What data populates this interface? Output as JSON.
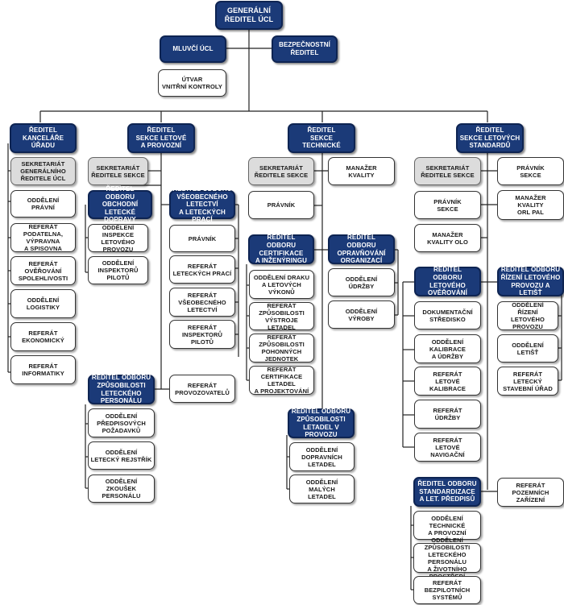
{
  "nodes": [
    {
      "id": "gen",
      "label": "Generální\nředitel ÚCL",
      "style": "dark"
    },
    {
      "id": "mluvci",
      "label": "Mluvčí ÚCL",
      "style": "dark"
    },
    {
      "id": "bezp",
      "label": "Bezpečnostní\nředitel",
      "style": "dark"
    },
    {
      "id": "utvar",
      "label": "Útvar\nvnitřní kontroly",
      "style": "white"
    },
    {
      "id": "rku",
      "label": "Ředitel\nkanceláře úřadu",
      "style": "dark"
    },
    {
      "id": "slp",
      "label": "Ředitel\nsekce letové\na provozní",
      "style": "dark"
    },
    {
      "id": "st",
      "label": "Ředitel\nsekce\ntechnické",
      "style": "dark"
    },
    {
      "id": "sls",
      "label": "Ředitel\nsekce letových\nstandardů",
      "style": "dark"
    },
    {
      "id": "k_sek",
      "label": "Sekretariát\ngenerálního\nředitele ÚCL",
      "style": "gray"
    },
    {
      "id": "k_prav",
      "label": "Oddělení\nprávní",
      "style": "white"
    },
    {
      "id": "k_pod",
      "label": "Referát\npodatelna, výpravna\na spisovna",
      "style": "white"
    },
    {
      "id": "k_over",
      "label": "Referát\nověřování\nspolehlivosti",
      "style": "white"
    },
    {
      "id": "k_log",
      "label": "Oddělení\nlogistiky",
      "style": "white"
    },
    {
      "id": "k_eko",
      "label": "Referát\nekonomický",
      "style": "white"
    },
    {
      "id": "k_inf",
      "label": "Referát\ninformatiky",
      "style": "white"
    },
    {
      "id": "p_sek",
      "label": "Sekretariát\nředitele sekce",
      "style": "gray"
    },
    {
      "id": "p_obch",
      "label": "Ředitel odboru\nobchodní letecké\ndopravy",
      "style": "dark"
    },
    {
      "id": "p_insp",
      "label": "Oddělení\ninspekce\nletového provozu",
      "style": "white"
    },
    {
      "id": "p_inpil",
      "label": "Oddělení\ninspektorů\npilotů",
      "style": "white"
    },
    {
      "id": "p_vseob",
      "label": "Ředitel odboru\nvšeobecného letectví\na leteckých prací",
      "style": "dark"
    },
    {
      "id": "p_prav",
      "label": "Právník",
      "style": "white"
    },
    {
      "id": "p_letp",
      "label": "Referát\nleteckých prací",
      "style": "white"
    },
    {
      "id": "p_vsl",
      "label": "Referát\nvšeobecného\nletectví",
      "style": "white"
    },
    {
      "id": "p_inspil",
      "label": "Referát\ninspektorů\npilotů",
      "style": "white"
    },
    {
      "id": "p_provoz",
      "label": "Referát\nprovozovatelů",
      "style": "white"
    },
    {
      "id": "p_zpus",
      "label": "Ředitel odboru\nzpůsobilosti\nleteckého personálu",
      "style": "dark"
    },
    {
      "id": "p_pred",
      "label": "Oddělení\npředpisových\npožadavků",
      "style": "white"
    },
    {
      "id": "p_rej",
      "label": "Oddělení\nletecký rejstřík",
      "style": "white"
    },
    {
      "id": "p_zk",
      "label": "Oddělení\nzkoušek personálu",
      "style": "white"
    },
    {
      "id": "t_sek",
      "label": "Sekretariát\nředitele sekce",
      "style": "gray"
    },
    {
      "id": "t_man",
      "label": "Manažer\nkvality",
      "style": "white"
    },
    {
      "id": "t_prav",
      "label": "Právník",
      "style": "white"
    },
    {
      "id": "t_cert",
      "label": "Ředitel\nodboru certifikace\na inženýringu",
      "style": "dark"
    },
    {
      "id": "t_drak",
      "label": "Oddělení draku\na letových\nvýkonů",
      "style": "white"
    },
    {
      "id": "t_vystr",
      "label": "Referát\nzpůsobilosti\nvýstroje letadel",
      "style": "white"
    },
    {
      "id": "t_poh",
      "label": "Referát\nzpůsobilosti\npohonných jednotek",
      "style": "white"
    },
    {
      "id": "t_certl",
      "label": "Referát\ncertifikace letadel\na projektování",
      "style": "white"
    },
    {
      "id": "t_opr",
      "label": "Ředitel\nodboru opravňování\norganizací",
      "style": "dark"
    },
    {
      "id": "t_udr",
      "label": "Oddělení\núdržby",
      "style": "white"
    },
    {
      "id": "t_vyr",
      "label": "Oddělení\nvýroby",
      "style": "white"
    },
    {
      "id": "t_zpus",
      "label": "Ředitel odboru\nzpůsobilosti\nletadel v provozu",
      "style": "dark"
    },
    {
      "id": "t_dopr",
      "label": "Oddělení\ndopravních\nletadel",
      "style": "white"
    },
    {
      "id": "t_mal",
      "label": "Oddělení\nmalých\nletadel",
      "style": "white"
    },
    {
      "id": "s_sek",
      "label": "Sekretariát\nředitele sekce",
      "style": "gray"
    },
    {
      "id": "s_prav1",
      "label": "Právník\nsekce",
      "style": "white"
    },
    {
      "id": "s_prav2",
      "label": "Právník\nsekce",
      "style": "white"
    },
    {
      "id": "s_manpal",
      "label": "Manažer\nkvality\nORL PaL",
      "style": "white"
    },
    {
      "id": "s_manolo",
      "label": "Manažer\nkvality OLO",
      "style": "white"
    },
    {
      "id": "s_over",
      "label": "Ředitel\nodboru letového\nověřování",
      "style": "dark"
    },
    {
      "id": "s_dok",
      "label": "Dokumentační\nstředisko",
      "style": "white"
    },
    {
      "id": "s_kal",
      "label": "Oddělení\nkalibrace\na údržby",
      "style": "white"
    },
    {
      "id": "s_letkal",
      "label": "Referát\nletové\nkalibrace",
      "style": "white"
    },
    {
      "id": "s_udr",
      "label": "Referát\núdržby",
      "style": "white"
    },
    {
      "id": "s_nav",
      "label": "Referát\nletové\nnavigační",
      "style": "white"
    },
    {
      "id": "s_rlp",
      "label": "Ředitel odboru\nřízení letového\nprovozu a letišť",
      "style": "dark"
    },
    {
      "id": "s_odrlp",
      "label": "Oddělení\nřízení\nletového provozu",
      "style": "white"
    },
    {
      "id": "s_letis",
      "label": "Oddělení\nletišť",
      "style": "white"
    },
    {
      "id": "s_stav",
      "label": "Referát\nletecký\nstavební úřad",
      "style": "white"
    },
    {
      "id": "s_std",
      "label": "Ředitel odboru\nstandardizace\na let. předpisů",
      "style": "dark"
    },
    {
      "id": "s_tech",
      "label": "Oddělení\ntechnické\na provozní",
      "style": "white"
    },
    {
      "id": "s_zpus",
      "label": "Oddělení způsobilosti\nleteckého personálu\na životního prostředí",
      "style": "white"
    },
    {
      "id": "s_bezp",
      "label": "Referát\nbezpilotních\nsystémů",
      "style": "white"
    },
    {
      "id": "s_poz",
      "label": "Referát\npozemních\nzařízení",
      "style": "white"
    }
  ]
}
